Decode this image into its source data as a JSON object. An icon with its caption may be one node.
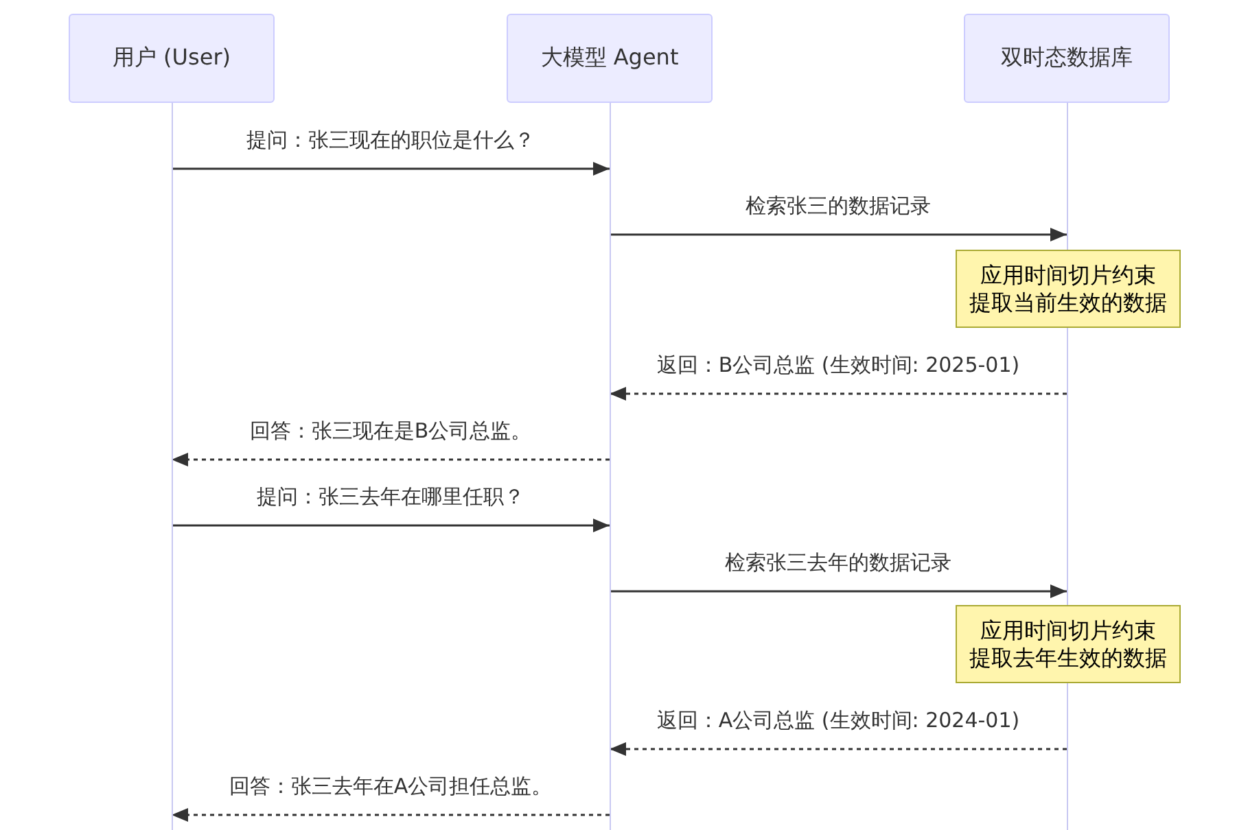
{
  "diagram": {
    "nodes": [
      {
        "text": [
          "用户 (User)"
        ]
      },
      {
        "text": [
          "大模型 Agent"
        ]
      },
      {
        "text": [
          "双时态数据库"
        ]
      },
      {
        "text": [
          "应用时间切片约束",
          "提取当前生效的数据"
        ]
      },
      {
        "text": [
          "应用时间切片约束",
          "提取去年生效的数据"
        ]
      }
    ],
    "edges": [
      {
        "from": 0,
        "to": 1,
        "arrow": "to",
        "label": "提问：张三现在的职位是什么？"
      },
      {
        "from": 1,
        "to": 2,
        "arrow": "to",
        "label": "检索张三的数据记录"
      },
      {
        "from": 2,
        "to": 1,
        "arrow": "to",
        "label": "返回：B公司总监 (生效时间: 2025-01)",
        "style": "dashed"
      },
      {
        "from": 1,
        "to": 0,
        "arrow": "to",
        "label": "回答：张三现在是B公司总监。",
        "style": "dashed"
      },
      {
        "from": 0,
        "to": 1,
        "arrow": "to",
        "label": "提问：张三去年在哪里任职？"
      },
      {
        "from": 1,
        "to": 2,
        "arrow": "to",
        "label": "检索张三去年的数据记录"
      },
      {
        "from": 2,
        "to": 1,
        "arrow": "to",
        "label": "返回：A公司总监 (生效时间: 2024-01)",
        "style": "dashed"
      },
      {
        "from": 1,
        "to": 0,
        "arrow": "to",
        "label": "回答：张三去年在A公司担任总监。",
        "style": "dashed"
      }
    ]
  }
}
